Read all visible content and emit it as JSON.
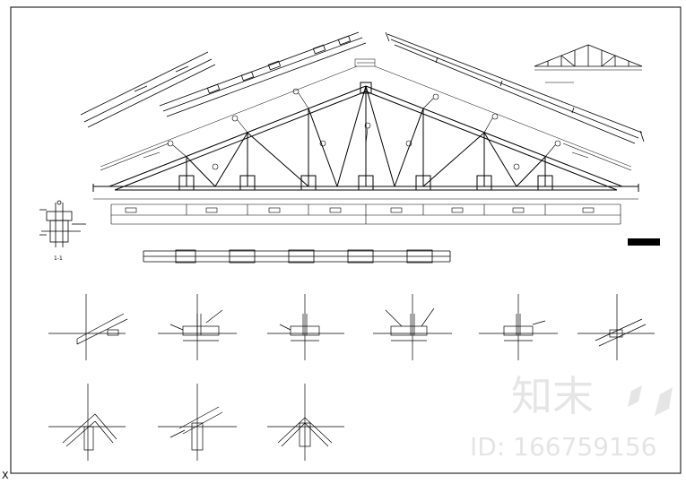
{
  "watermark": {
    "brand_cn": "知末",
    "id_label": "ID: 166759156"
  },
  "corner_mark": "X",
  "section_label": "1-1"
}
